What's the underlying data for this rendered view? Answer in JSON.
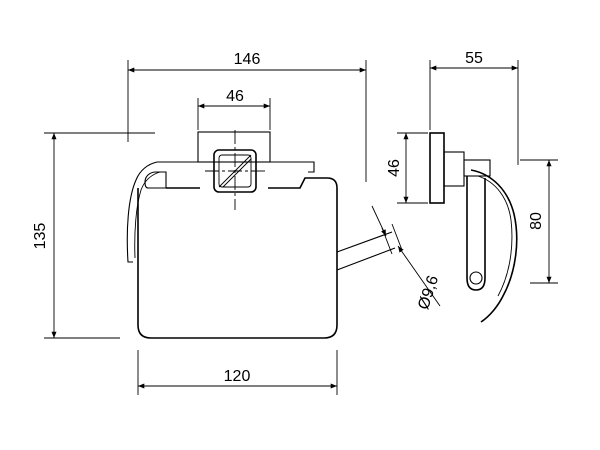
{
  "dimensions": {
    "overall_width": "146",
    "mount_width_front": "46",
    "total_height": "135",
    "body_width": "120",
    "depth": "55",
    "mount_height_side": "46",
    "arm_height": "80",
    "rod_diameter": "Ø9,6"
  },
  "colors": {
    "line": "#000000",
    "background": "#ffffff"
  }
}
